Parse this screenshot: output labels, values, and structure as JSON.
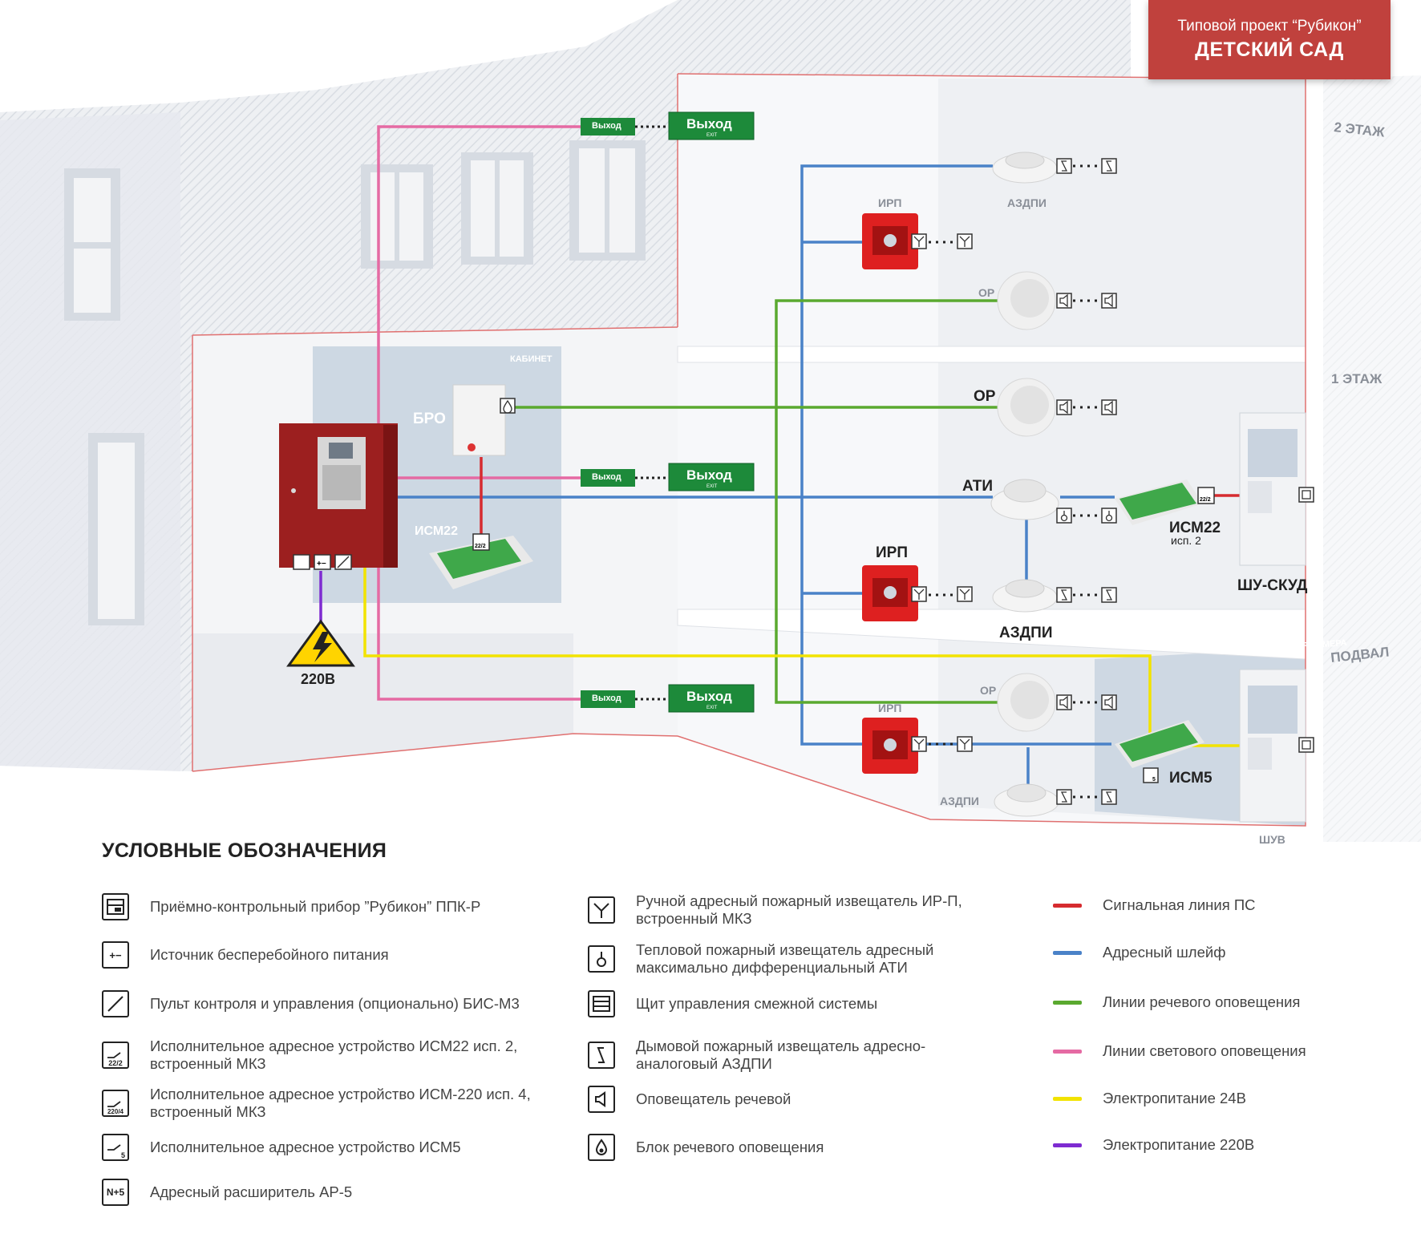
{
  "header": {
    "subtitle": "Типовой проект “Рубикон”",
    "title": "ДЕТСКИЙ САД"
  },
  "floors": {
    "floor2": "2 ЭТАЖ",
    "floor1": "1 ЭТАЖ",
    "basement": "ПОДВАЛ"
  },
  "rooms": {
    "cabinet": "КАБИНЕТ",
    "ventilation": "ВЕНТИЛЯЦИОННАЯ КАМЕРА"
  },
  "devices": {
    "bro": "БРО",
    "ism22_left": "ИСМ22",
    "ism22_right": "ИСМ22",
    "ism22_variant": "исп. 2",
    "ism5": "ИСМ5",
    "ati": "АТИ",
    "irp": "ИРП",
    "or": "ОР",
    "azdpi": "АЗДПИ",
    "shu_skud": "ШУ-СКУД",
    "shuv": "ШУВ",
    "power": "220В",
    "exit_label": "Выход",
    "exit_sub": "EXIT",
    "ism22_badge": "22/2",
    "ism5_badge": "5"
  },
  "legend": {
    "title": "УСЛОВНЫЕ ОБОЗНАЧЕНИЯ",
    "col1": [
      {
        "icon": "panel-icon",
        "text": "Приёмно-контрольный прибор ”Рубикон” ППК-Р"
      },
      {
        "icon": "ups-icon",
        "text": "Источник бесперебойного питания",
        "glyph": "+−"
      },
      {
        "icon": "control-panel-icon",
        "text": "Пульт контроля и управления (опционально) БИС-М3"
      },
      {
        "icon": "ism22-icon",
        "text": "Исполнительное адресное устройство ИСМ22 исп. 2, встроенный МКЗ",
        "badge": "22/2"
      },
      {
        "icon": "ism220-icon",
        "text": "Исполнительное адресное устройство ИСМ-220 исп. 4, встроенный МКЗ",
        "badge": "220/4"
      },
      {
        "icon": "ism5-icon",
        "text": "Исполнительное адресное устройство ИСМ5",
        "badge": "5"
      },
      {
        "icon": "expander-icon",
        "text": "Адресный расширитель АР-5",
        "glyph": "N+5"
      }
    ],
    "col2": [
      {
        "icon": "manual-call-point-icon",
        "text": "Ручной адресный пожарный извещатель ИР-П, встроенный МКЗ"
      },
      {
        "icon": "heat-detector-icon",
        "text": "Тепловой пожарный извещатель адресный максимально дифференциальный АТИ"
      },
      {
        "icon": "control-cabinet-icon",
        "text": "Щит управления смежной системы"
      },
      {
        "icon": "smoke-detector-icon",
        "text": "Дымовой пожарный извещатель адресно-аналоговый АЗДПИ"
      },
      {
        "icon": "speaker-icon",
        "text": "Оповещатель речевой"
      },
      {
        "icon": "voice-block-icon",
        "text": "Блок речевого оповещения"
      }
    ],
    "lines": [
      {
        "color": "#d62b2f",
        "text": "Сигнальная линия ПС"
      },
      {
        "color": "#4a82c8",
        "text": "Адресный шлейф"
      },
      {
        "color": "#5aa92f",
        "text": "Линии речевого оповещения"
      },
      {
        "color": "#e56aa3",
        "text": "Линии светового оповещения"
      },
      {
        "color": "#f2e300",
        "text": "Электропитание 24В"
      },
      {
        "color": "#7e2bd1",
        "text": "Электропитание 220В"
      }
    ]
  }
}
